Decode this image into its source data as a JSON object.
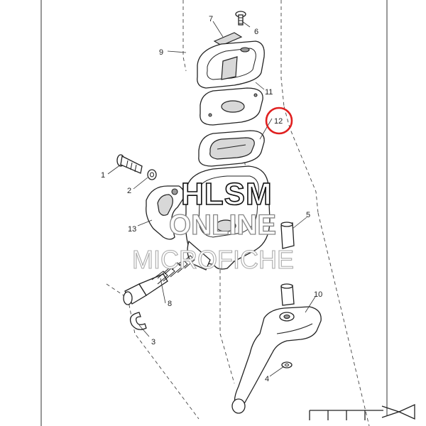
{
  "labels": {
    "p1": "1",
    "p2": "2",
    "p3": "3",
    "p4": "4",
    "p5": "5",
    "p6": "6",
    "p7": "7",
    "p8": "8",
    "p9": "9",
    "p10": "10",
    "p11": "11",
    "p12": "12",
    "p13": "13"
  },
  "watermark": {
    "line1": "HLSM",
    "line2": "ONLINE",
    "line3": "MICROFICHE"
  },
  "highlight": {
    "part": "12",
    "color": "#e02020"
  }
}
